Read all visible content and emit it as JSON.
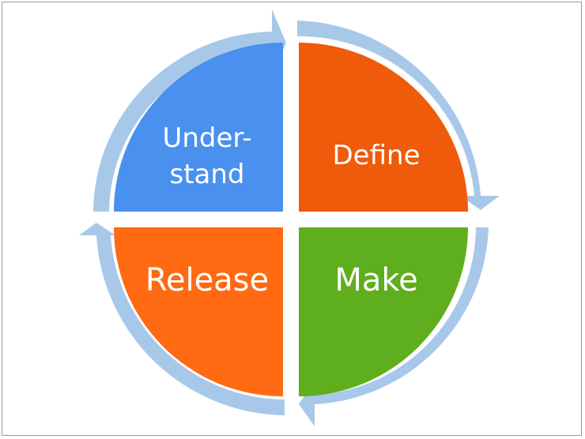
{
  "diagram": {
    "quadrants": [
      {
        "id": "understand",
        "lines": [
          "Under-",
          "stand"
        ],
        "color": "#4a90ee"
      },
      {
        "id": "define",
        "lines": [
          "Define"
        ],
        "color": "#ef5a0b"
      },
      {
        "id": "make",
        "lines": [
          "Make"
        ],
        "color": "#5fae1d"
      },
      {
        "id": "release",
        "lines": [
          "Release"
        ],
        "color": "#ff6a12"
      }
    ],
    "ring_color": "#a8c8ea",
    "flow": "clockwise"
  }
}
